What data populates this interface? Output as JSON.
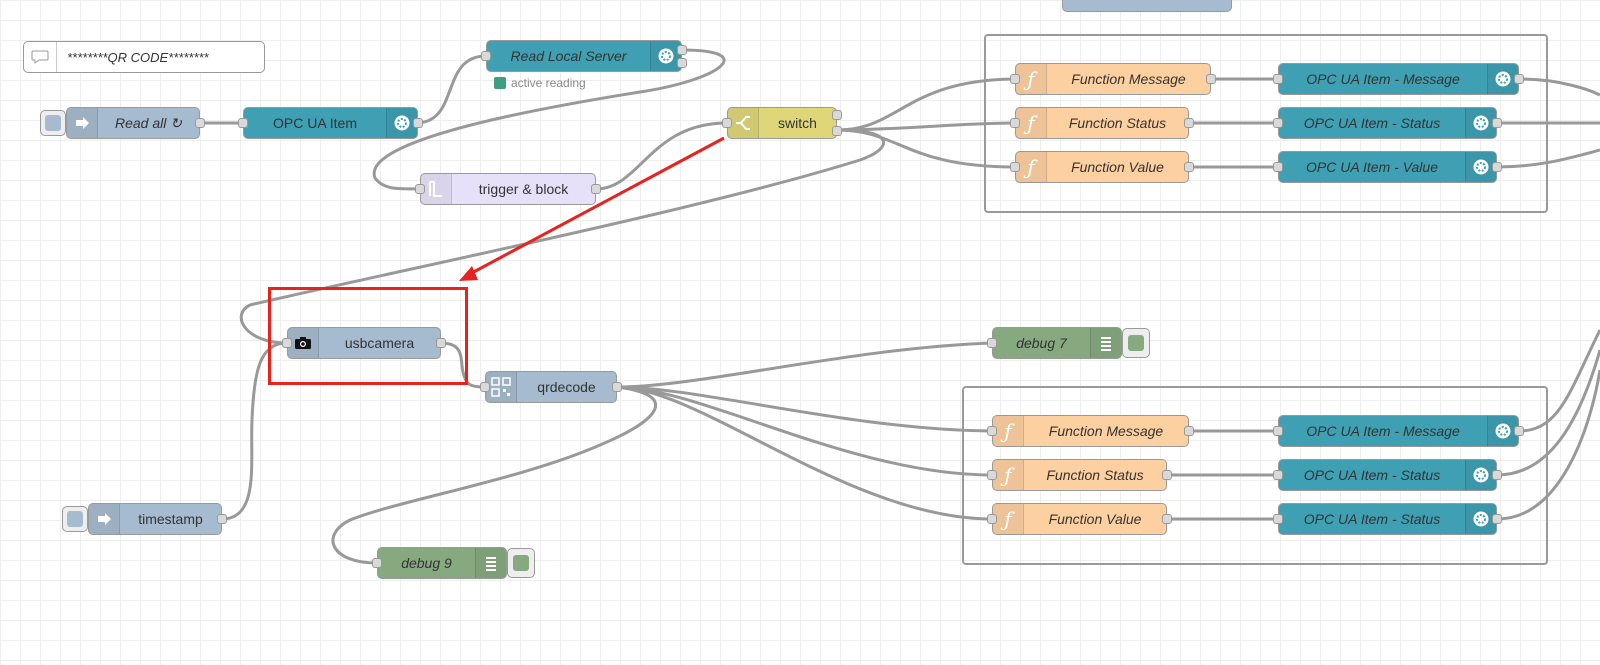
{
  "comment": {
    "text": "********QR CODE********"
  },
  "nodes": {
    "read_all": "Read all ↻",
    "opc_ua_item": "OPC UA Item",
    "read_local_server": "Read Local Server",
    "read_local_server_status": "active reading",
    "trigger_block": "trigger & block",
    "switch": "switch",
    "usbcamera": "usbcamera",
    "qrdecode": "qrdecode",
    "timestamp": "timestamp",
    "debug_7": "debug 7",
    "debug_9": "debug 9",
    "top_group": {
      "f_message": "Function Message",
      "f_status": "Function Status",
      "f_value": "Function Value",
      "opc_message": "OPC UA Item - Message",
      "opc_status": "OPC UA Item - Status",
      "opc_value": "OPC UA Item - Value"
    },
    "bottom_group": {
      "f_message": "Function Message",
      "f_status": "Function Status",
      "f_value": "Function Value",
      "opc_message": "OPC UA Item - Message",
      "opc_status": "OPC UA Item - Status",
      "opc_status_2": "OPC UA Item - Status"
    }
  },
  "colors": {
    "opcua": "#3fa0b4",
    "inject": "#a6bbcf",
    "function": "#fdd0a2",
    "debug": "#87a980",
    "switch": "#dfd67a",
    "trigger": "#e6e0f8",
    "highlight": "#e8231f"
  },
  "icons": [
    "comment-icon",
    "arrow-right-icon",
    "opcua-icon",
    "trigger-icon",
    "switch-icon",
    "function-icon",
    "camera-icon",
    "qrcode-icon",
    "list-icon"
  ]
}
